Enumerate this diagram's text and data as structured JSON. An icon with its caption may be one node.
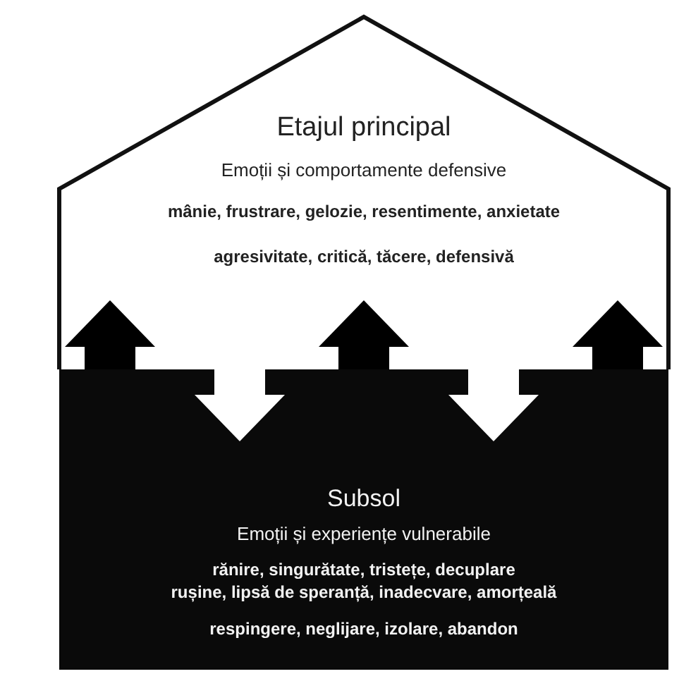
{
  "diagram": {
    "nodes": [
      {
        "text": [
          "Etajul principal",
          "Emoții și comportamente defensive",
          "mânie, frustrare, gelozie, resentimente, anxietate",
          "agresivitate, critică, tăcere, defensivă"
        ]
      },
      {
        "text": [
          "Subsol",
          "Emoții și experiențe vulnerabile",
          "rănire, singurătate, tristețe, decuplare",
          "rușine, lipsă de speranță, inadecvare, amorțeală",
          "respingere, neglijare, izolare, abandon"
        ]
      }
    ],
    "edges": [
      {
        "from": 1,
        "to": 0,
        "arrow": "to",
        "color": "#000000"
      },
      {
        "from": 0,
        "to": 1,
        "arrow": "to",
        "color": "#ffffff"
      },
      {
        "from": 1,
        "to": 0,
        "arrow": "to",
        "color": "#000000"
      },
      {
        "from": 0,
        "to": 1,
        "arrow": "to",
        "color": "#ffffff"
      },
      {
        "from": 1,
        "to": 0,
        "arrow": "to",
        "color": "#000000"
      }
    ]
  }
}
